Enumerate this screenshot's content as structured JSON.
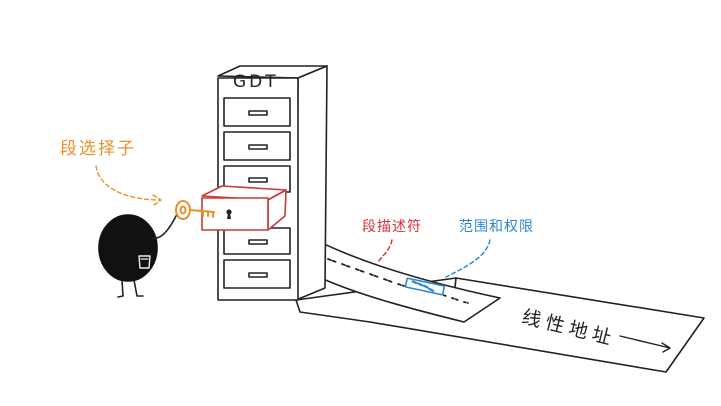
{
  "gdt_label": "GDT",
  "selector_label": "段选择子",
  "descriptor_label": "段描述符",
  "range_label": "范围和权限",
  "linear_address_label": "线性地址",
  "colors": {
    "ink": "#222222",
    "selector": "#e8902a",
    "descriptor": "#d8303a",
    "range": "#2c86cf",
    "background": "#ffffff"
  },
  "icons": [
    "cabinet-icon",
    "key-icon",
    "keyhole-icon",
    "arrow-right-icon"
  ]
}
